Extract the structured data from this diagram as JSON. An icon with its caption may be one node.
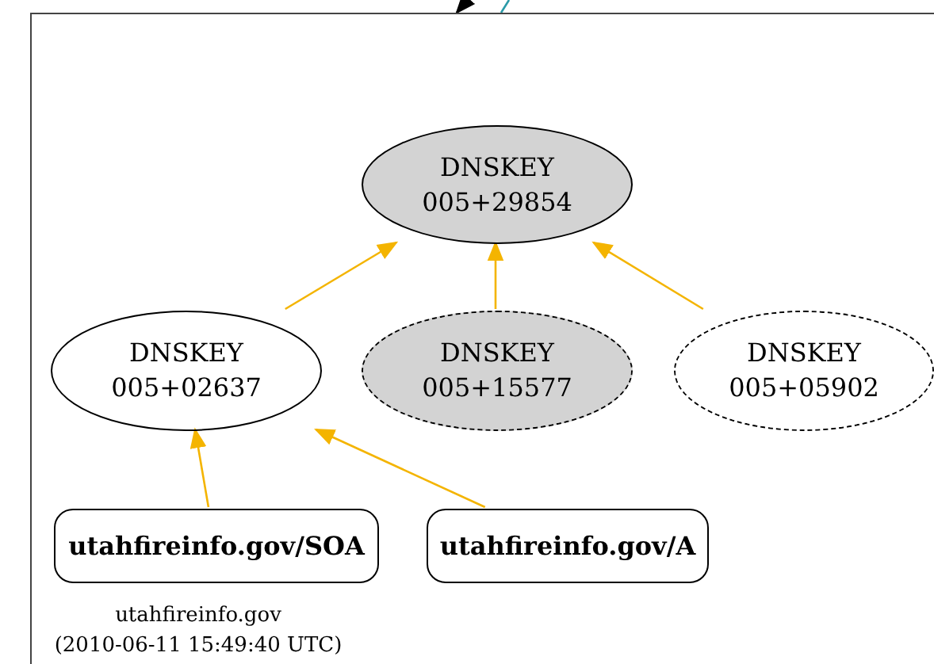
{
  "diagram": {
    "nodes": [
      {
        "text": [
          "utahfireinfo.gov",
          "(2010-06-11 15:49:40 UTC)"
        ]
      },
      {
        "text": [
          "DNSKEY 005+29854"
        ],
        "in": 0
      },
      {
        "text": [
          "DNSKEY 005+02637"
        ],
        "in": 0
      },
      {
        "text": [
          "DNSKEY 005+15577"
        ],
        "in": 0
      },
      {
        "text": [
          "DNSKEY 005+05902"
        ],
        "in": 0
      },
      {
        "text": [
          "utahfireinfo.gov/SOA"
        ],
        "in": 0
      },
      {
        "text": [
          "utahfireinfo.gov/A"
        ],
        "in": 0
      }
    ],
    "edges": [
      {
        "from": null,
        "to": 0,
        "arrow": "to",
        "color": "#000000"
      },
      {
        "from": 2,
        "to": 1,
        "arrow": "to"
      },
      {
        "from": 3,
        "to": 1,
        "arrow": "to"
      },
      {
        "from": 4,
        "to": 1,
        "arrow": "to"
      },
      {
        "from": 5,
        "to": 2,
        "arrow": "to"
      },
      {
        "from": 6,
        "to": 2,
        "arrow": "to"
      }
    ]
  }
}
